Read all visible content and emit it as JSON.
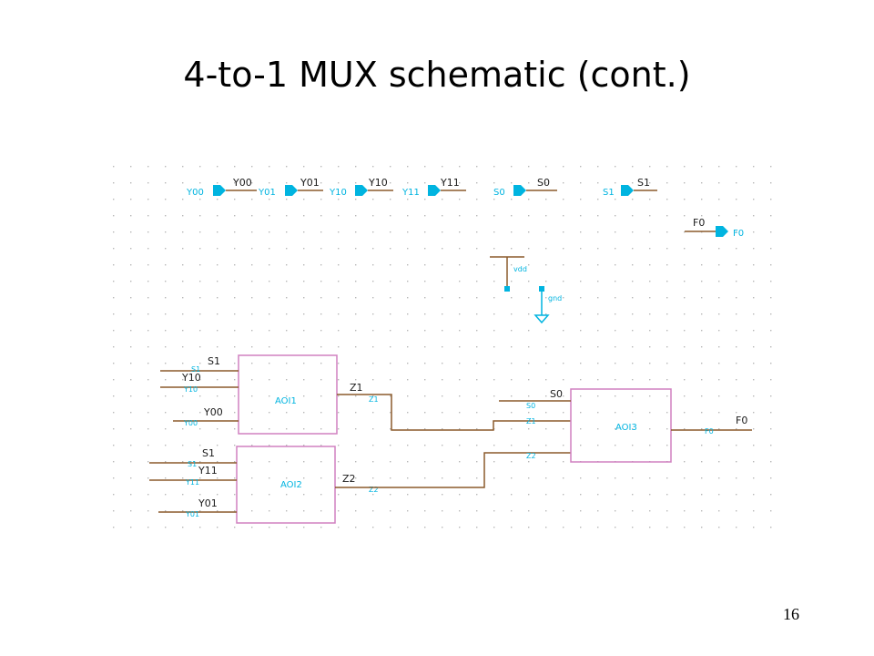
{
  "slide": {
    "title": "4-to-1 MUX schematic (cont.)",
    "page_number": "16"
  },
  "colors": {
    "wire": "#8b5a2b",
    "cell_border": "#d080c0",
    "pin": "#00b4e0",
    "text": "#1a1a1a",
    "grid_dot": "#b8b8b8"
  },
  "pins": {
    "inputs": [
      {
        "label": "Y00",
        "wire_label": "Y00"
      },
      {
        "label": "Y01",
        "wire_label": "Y01"
      },
      {
        "label": "Y10",
        "wire_label": "Y10"
      },
      {
        "label": "Y11",
        "wire_label": "Y11"
      },
      {
        "label": "S0",
        "wire_label": "S0"
      },
      {
        "label": "S1",
        "wire_label": "S1"
      }
    ],
    "output": {
      "label": "F0",
      "wire_label": "F0"
    }
  },
  "supplies": {
    "vdd": "vdd",
    "gnd": "gnd"
  },
  "cells": {
    "aoi1": {
      "name": "AOI1",
      "pins": [
        "S1",
        "Y10",
        "Y00"
      ],
      "out": "Z1",
      "pin_labels": [
        "S1",
        "Y10",
        "Y00"
      ],
      "out_pin": "Z1",
      "wire_labels": [
        "S1",
        "Y10",
        "Y00"
      ],
      "out_wire": "Z1"
    },
    "aoi2": {
      "name": "AOI2",
      "pins": [
        "S1",
        "Y11",
        "Y01"
      ],
      "out": "Z2",
      "pin_labels": [
        "S1",
        "Y11",
        "Y01"
      ],
      "out_pin": "Z2",
      "wire_labels": [
        "S1",
        "Y11",
        "Y01"
      ],
      "out_wire": "Z2"
    },
    "aoi3": {
      "name": "AOI3",
      "pins": [
        "S0",
        "Z1",
        "Z2"
      ],
      "out": "F0",
      "pin_labels": [
        "S0",
        "Z1",
        "Z2"
      ],
      "out_pin": "F0",
      "wire_labels": [
        "S0"
      ],
      "out_wire": "F0"
    }
  }
}
